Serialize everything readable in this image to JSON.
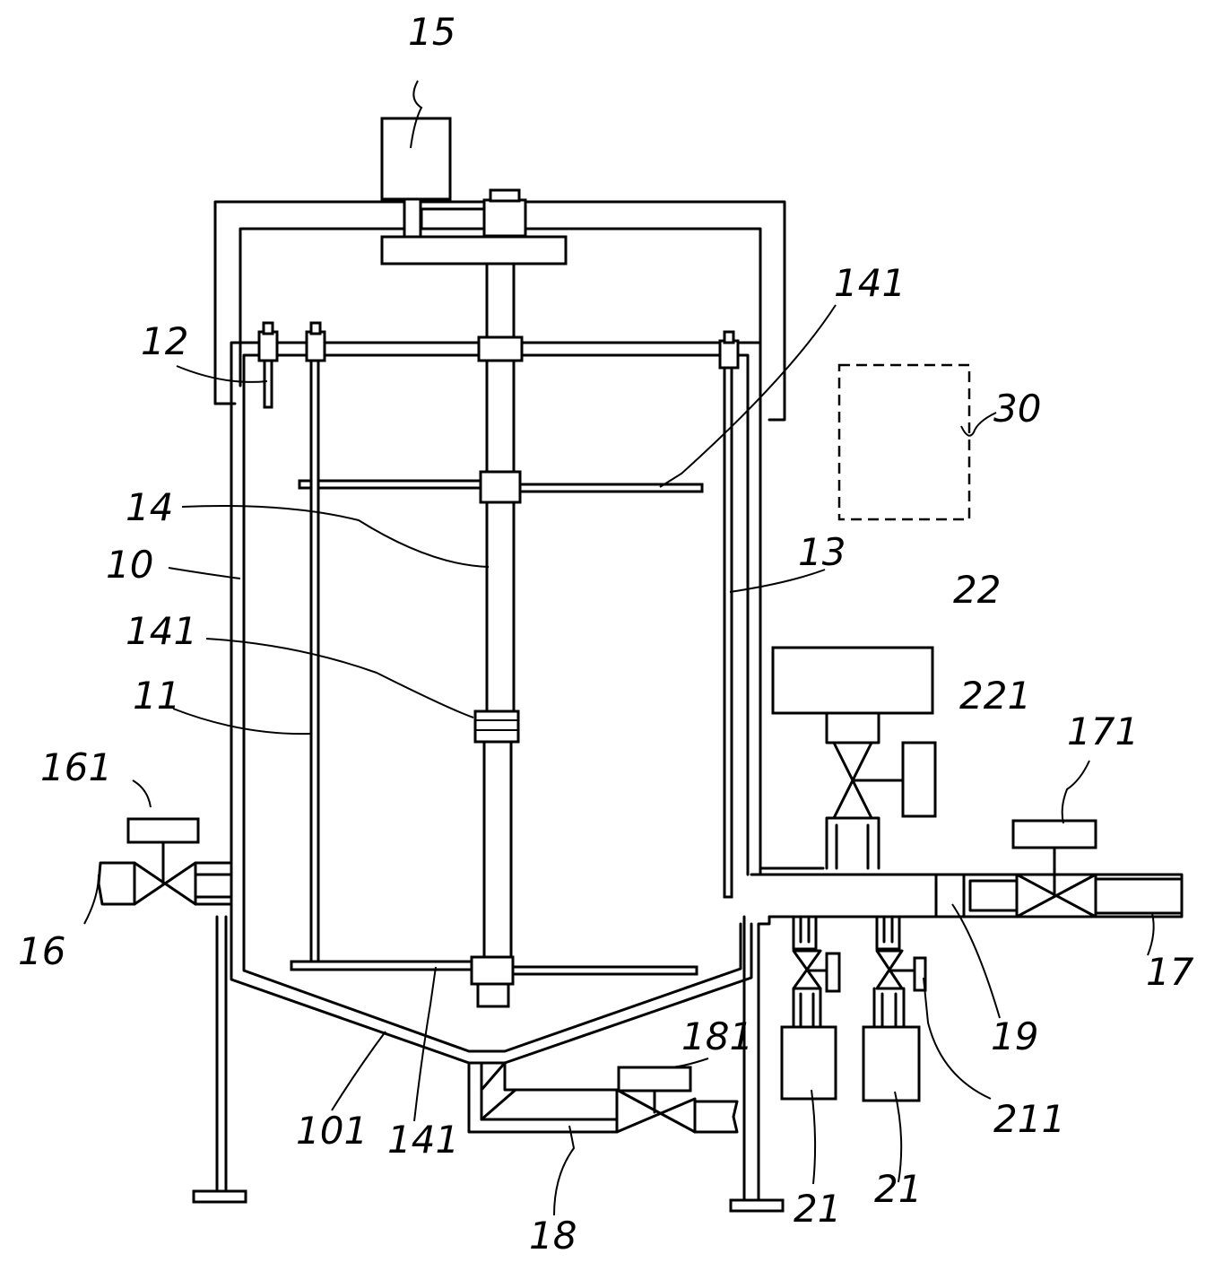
{
  "labels": {
    "l15": "15",
    "l141_top": "141",
    "l12": "12",
    "l30": "30",
    "l14": "14",
    "l10": "10",
    "l13": "13",
    "l22": "22",
    "l141_mid": "141",
    "l221": "221",
    "l11": "11",
    "l161": "161",
    "l171": "171",
    "l16": "16",
    "l17": "17",
    "l19": "19",
    "l181": "181",
    "l211": "211",
    "l101": "101",
    "l141_bot": "141",
    "l18": "18",
    "l21_a": "21",
    "l21_b": "21"
  }
}
